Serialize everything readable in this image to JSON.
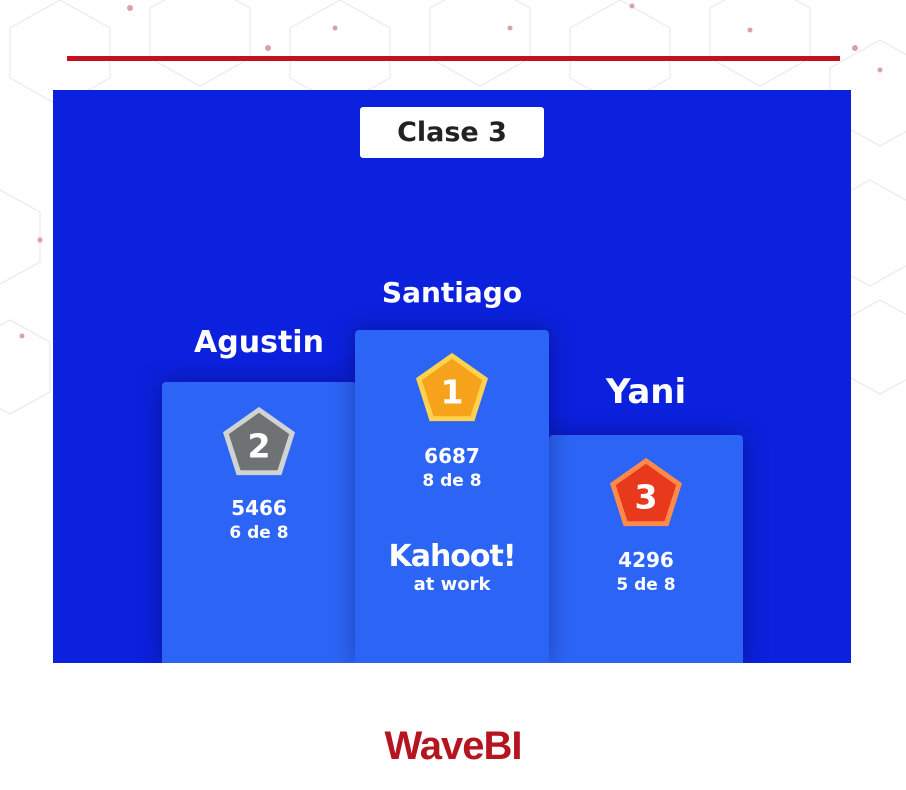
{
  "screen": {
    "title": "Clase 3",
    "colors": {
      "background": "#0b21dd",
      "podium": "#2c64f6",
      "accent_red": "#c0121f"
    }
  },
  "podium": {
    "first": {
      "rank": "1",
      "name": "Santiago",
      "score": "6687",
      "correct": "8 de 8",
      "badge_icon": "gold-pentagon-icon",
      "badge_color": "#f7a21b"
    },
    "second": {
      "rank": "2",
      "name": "Agustin",
      "score": "5466",
      "correct": "6 de 8",
      "badge_icon": "silver-pentagon-icon",
      "badge_color": "#6f7272"
    },
    "third": {
      "rank": "3",
      "name": "Yani",
      "score": "4296",
      "correct": "5 de 8",
      "badge_icon": "bronze-pentagon-icon",
      "badge_color": "#e8391d"
    }
  },
  "brand": {
    "logo": "Kahoot!",
    "subtitle": "at work"
  },
  "footer": {
    "logo": "WaveBI"
  }
}
